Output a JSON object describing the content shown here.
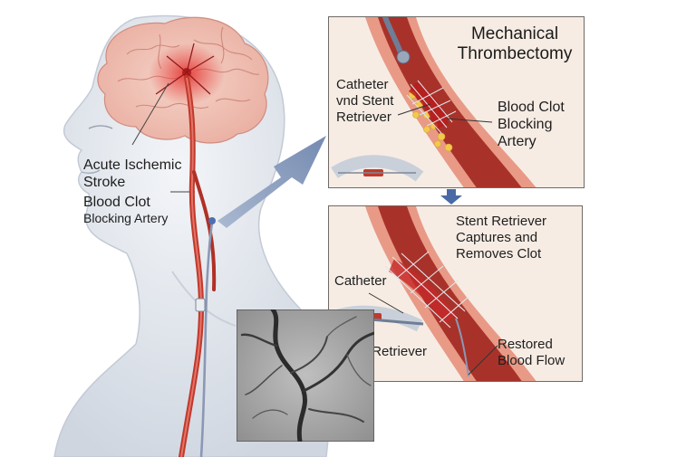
{
  "illustration": {
    "labels": {
      "stroke_line1": "Acute Ischemic",
      "stroke_line2": "Stroke",
      "clot_line1": "Blood Clot",
      "clot_line2": "Blocking Artery"
    }
  },
  "panel_top": {
    "title_line1": "Mechanical",
    "title_line2": "Thrombectomy",
    "catheter_line1": "Catheter",
    "catheter_line2": "vnd Stent",
    "catheter_line3": "Retriever",
    "clot_line1": "Blood Clot",
    "clot_line2": "Blocking",
    "clot_line3": "Artery"
  },
  "panel_bottom": {
    "captures_line1": "Stent Retriever",
    "captures_line2": "Captures and",
    "captures_line3": "Removes Clot",
    "catheter": "Catheter",
    "stent_retriever": "Stent Retriever",
    "restored_line1": "Restored",
    "restored_line2": "Blood Flow"
  },
  "colors": {
    "vessel": "#c0392b",
    "clot": "#b71c1c",
    "plaque": "#f2c94c",
    "arrow": "#7e93b8",
    "skin": "#d7dde6",
    "brain": "#f3c1b6"
  }
}
